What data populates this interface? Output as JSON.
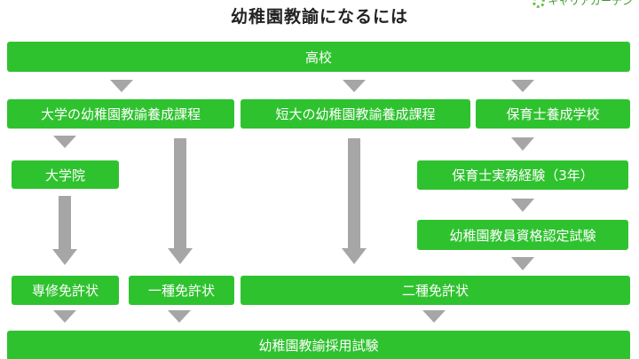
{
  "title": "幼稚園教諭になるには",
  "logo": {
    "text": "キャリアガーデン"
  },
  "nodes": {
    "high_school": "高校",
    "university_course": "大学の幼稚園教諭養成課程",
    "junior_college_course": "短大の幼稚園教諭養成課程",
    "nursery_school": "保育士養成学校",
    "graduate_school": "大学院",
    "nursery_experience": "保育士実務経験（3年）",
    "qualification_test": "幼稚園教員資格認定試験",
    "specialized_license": "専修免許状",
    "first_class_license": "一種免許状",
    "second_class_license": "二種免許状",
    "employment_exam": "幼稚園教諭採用試験"
  },
  "colors": {
    "box": "#2fc22f",
    "arrow": "#a6a6a6",
    "text": "#ffffff"
  }
}
